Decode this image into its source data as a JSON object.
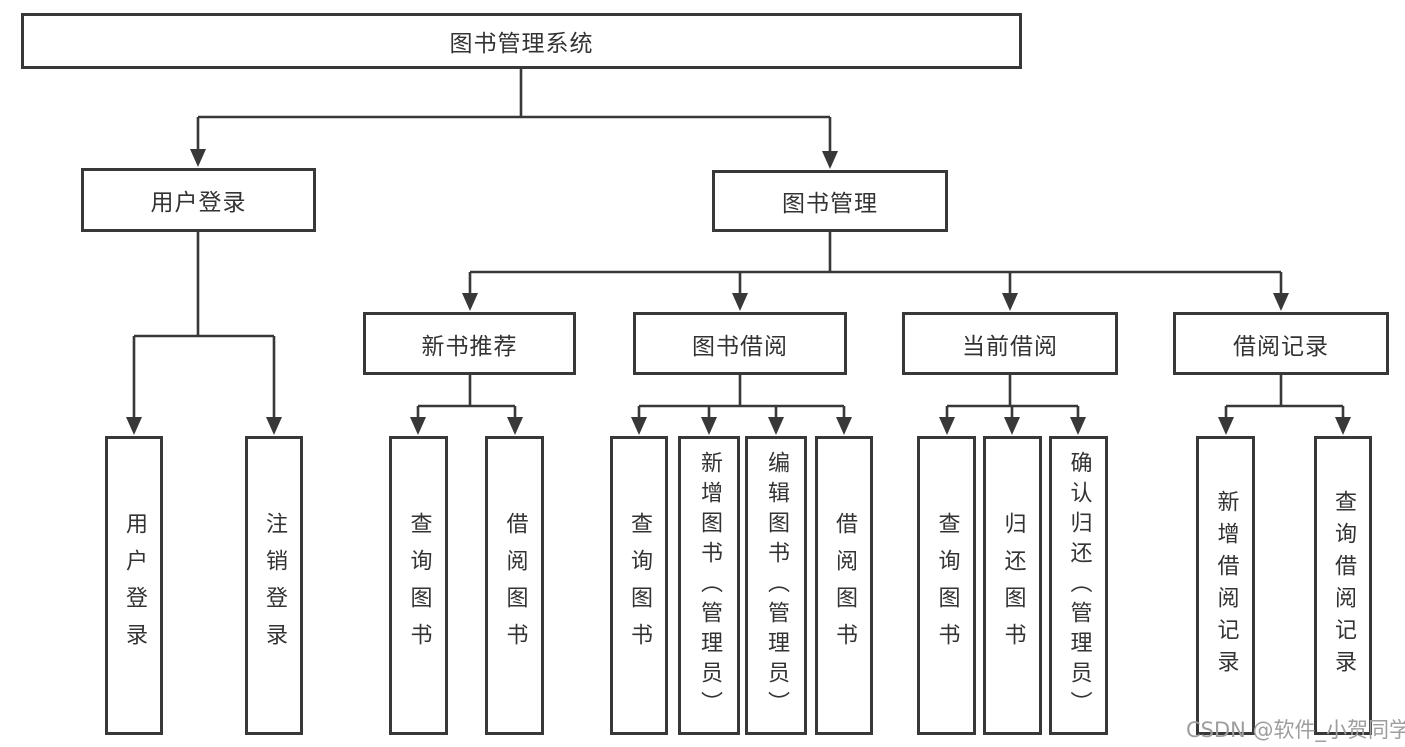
{
  "tree": {
    "label": "图书管理系统",
    "children": [
      {
        "label": "用户登录",
        "children": [
          {
            "label": "用户登录"
          },
          {
            "label": "注销登录"
          }
        ]
      },
      {
        "label": "图书管理",
        "children": [
          {
            "label": "新书推荐",
            "children": [
              {
                "label": "查询图书"
              },
              {
                "label": "借阅图书"
              }
            ]
          },
          {
            "label": "图书借阅",
            "children": [
              {
                "label": "查询图书"
              },
              {
                "label": "新增图书（管理员）"
              },
              {
                "label": "编辑图书（管理员）"
              },
              {
                "label": "借阅图书"
              }
            ]
          },
          {
            "label": "当前借阅",
            "children": [
              {
                "label": "查询图书"
              },
              {
                "label": "归还图书"
              },
              {
                "label": "确认归还（管理员）"
              }
            ]
          },
          {
            "label": "借阅记录",
            "children": [
              {
                "label": "新增借阅记录"
              },
              {
                "label": "查询借阅记录"
              }
            ]
          }
        ]
      }
    ]
  },
  "watermark": "CSDN @软件_小贺同学",
  "colors": {
    "line": "#383838",
    "box_border": "#383838",
    "box_background": "#ffffff",
    "text": "#333333",
    "watermark": "#9e9e9e",
    "background": "#ffffff"
  }
}
